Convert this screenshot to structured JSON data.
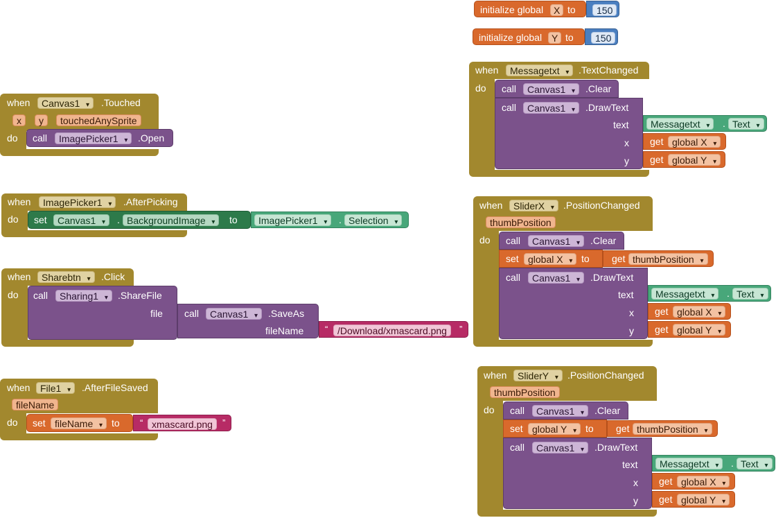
{
  "kw": {
    "when": "when",
    "do": "do",
    "call": "call",
    "set": "set",
    "to": "to",
    "get": "get",
    "text": "text",
    "x": "x",
    "y": "y",
    "file": "file",
    "fileName": "fileName",
    "dot": ".",
    "open_quote": "“",
    "close_quote": "”"
  },
  "globals": [
    {
      "label": "initialize global",
      "var": "X",
      "value": "150"
    },
    {
      "label": "initialize global",
      "var": "Y",
      "value": "150"
    }
  ],
  "canvas_touched": {
    "component": "Canvas1",
    "event": ".Touched",
    "params": [
      "x",
      "y",
      "touchedAnySprite"
    ],
    "call_component": "ImagePicker1",
    "call_method": ".Open"
  },
  "image_picker_after": {
    "component": "ImagePicker1",
    "event": ".AfterPicking",
    "set_component": "Canvas1",
    "set_property": "BackgroundImage",
    "value_component": "ImagePicker1",
    "value_property": "Selection"
  },
  "sharebtn_click": {
    "component": "Sharebtn",
    "event": ".Click",
    "call_component": "Sharing1",
    "call_method": ".ShareFile",
    "inner_component": "Canvas1",
    "inner_method": ".SaveAs",
    "file_text": "/Download/xmascard.png"
  },
  "file_after_saved": {
    "component": "File1",
    "event": ".AfterFileSaved",
    "param": "fileName",
    "set_var": "fileName",
    "text": "xmascard.png"
  },
  "message_changed": {
    "component": "Messagetxt",
    "event": ".TextChanged",
    "clear_component": "Canvas1",
    "clear_method": ".Clear",
    "draw_component": "Canvas1",
    "draw_method": ".DrawText",
    "text_component": "Messagetxt",
    "text_property": "Text",
    "x_var": "global X",
    "y_var": "global Y"
  },
  "sliderx_changed": {
    "component": "SliderX",
    "event": ".PositionChanged",
    "param": "thumbPosition",
    "clear_component": "Canvas1",
    "clear_method": ".Clear",
    "set_var": "global X",
    "get_var": "thumbPosition",
    "draw_component": "Canvas1",
    "draw_method": ".DrawText",
    "text_component": "Messagetxt",
    "text_property": "Text",
    "x_var": "global X",
    "y_var": "global Y"
  },
  "slidery_changed": {
    "component": "SliderY",
    "event": ".PositionChanged",
    "param": "thumbPosition",
    "clear_component": "Canvas1",
    "clear_method": ".Clear",
    "set_var": "global Y",
    "get_var": "thumbPosition",
    "draw_component": "Canvas1",
    "draw_method": ".DrawText",
    "text_component": "Messagetxt",
    "text_property": "Text",
    "x_var": "global X",
    "y_var": "global Y"
  }
}
